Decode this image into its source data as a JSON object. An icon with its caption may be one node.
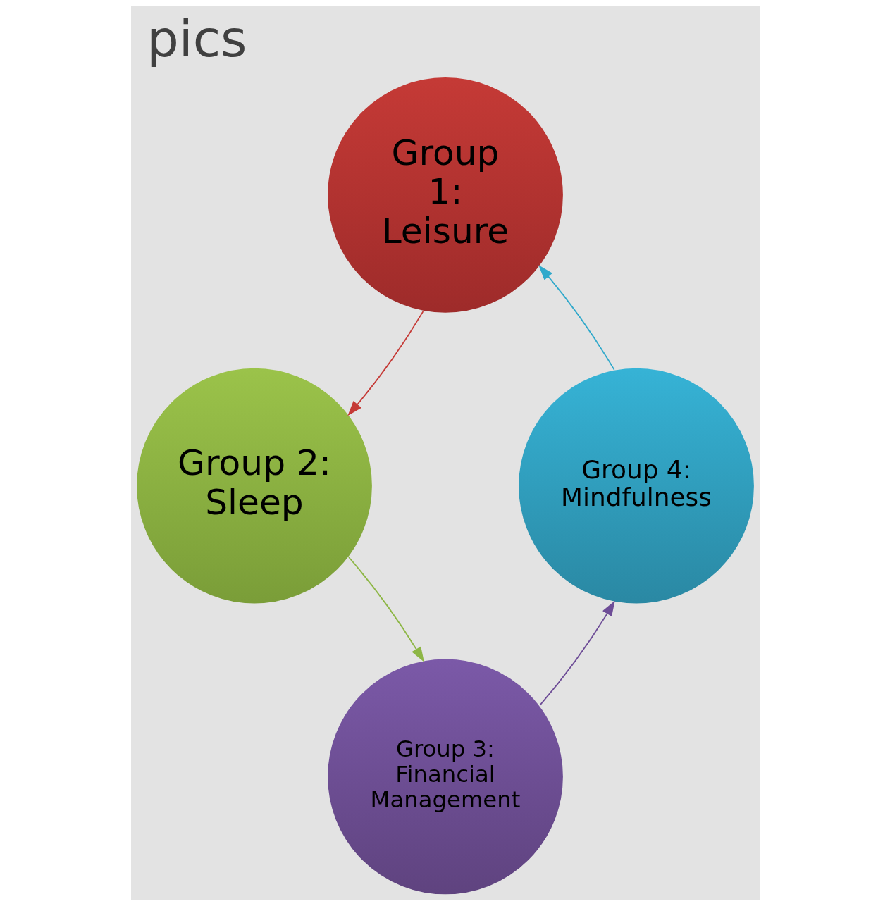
{
  "diagram": {
    "title": "pics",
    "nodes": [
      {
        "text": [
          "Group 1: Leisure"
        ]
      },
      {
        "text": [
          "Group 2: Sleep"
        ]
      },
      {
        "text": [
          "Group 3: Financial Management"
        ]
      },
      {
        "text": [
          "Group 4: Mindfulness"
        ]
      }
    ],
    "edges": [
      {
        "from": 0,
        "to": 1,
        "arrow": "to",
        "color": "#c53a36"
      },
      {
        "from": 1,
        "to": 2,
        "arrow": "to",
        "color": "#8db645"
      },
      {
        "from": 2,
        "to": 3,
        "arrow": "to",
        "color": "#6e4d97"
      },
      {
        "from": 3,
        "to": 0,
        "arrow": "to",
        "color": "#31a9cb"
      }
    ]
  }
}
